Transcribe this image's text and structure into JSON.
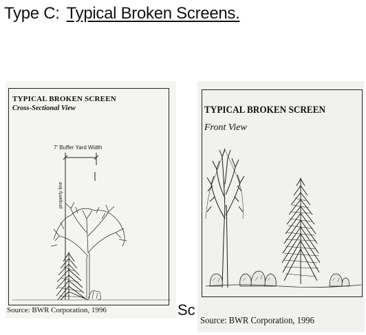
{
  "heading": {
    "prefix": "Type C:",
    "title": "Typical Broken Screens."
  },
  "left_figure": {
    "title": "TYPICAL BROKEN SCREEN",
    "subtitle": "Cross-Sectional View",
    "dimension_label": "7' Buffer Yard Width",
    "line_label": "property line",
    "source": "Source: BWR Corporation, 1996"
  },
  "right_figure": {
    "title": "TYPICAL BROKEN SCREEN",
    "subtitle": "Front View",
    "source": "Source: BWR Corporation, 1996"
  },
  "stray_text": "Sc"
}
